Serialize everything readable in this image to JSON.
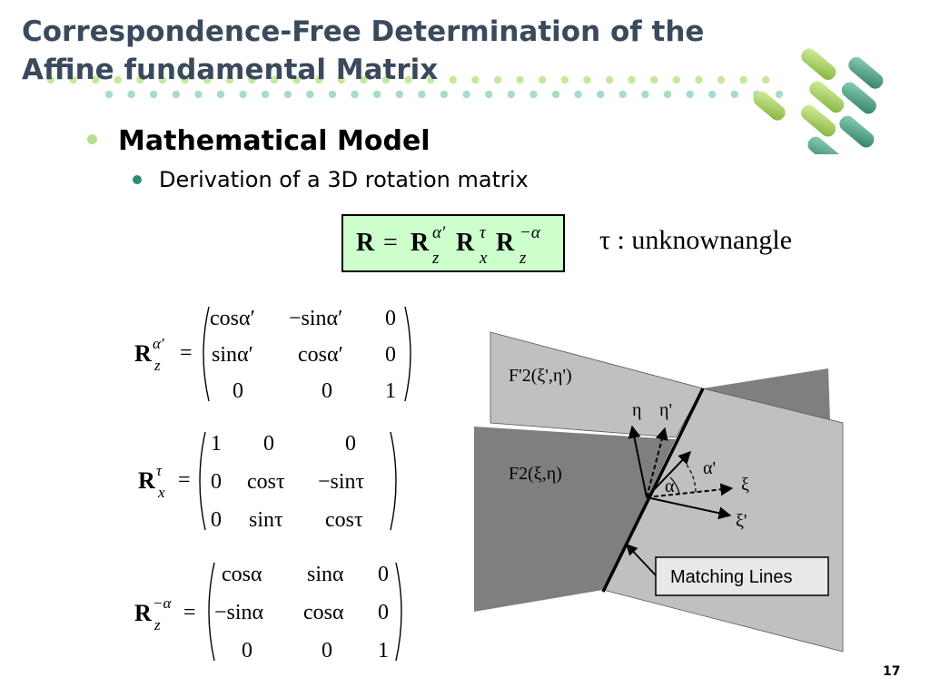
{
  "slide": {
    "title_line1": "Correspondence-Free Determination of the",
    "title_line2": "Affine fundamental Matrix",
    "bullet1": "Mathematical Model",
    "bullet2": "Derivation of a 3D rotation matrix",
    "tau_note": "τ : unknownangle",
    "page_number": "17"
  },
  "equation": {
    "lhs": "R",
    "equals": "=",
    "R": "R",
    "alpha_prime": "α′",
    "tau": "τ",
    "minus_alpha": "−α",
    "sub_z": "z",
    "sub_x": "x"
  },
  "matrices": {
    "rz_alpha_prime": [
      [
        "cosα′",
        "−sinα′",
        "0"
      ],
      [
        "sinα′",
        "cosα′",
        "0"
      ],
      [
        "0",
        "0",
        "1"
      ]
    ],
    "rx_tau": [
      [
        "1",
        "0",
        "0"
      ],
      [
        "0",
        "cosτ",
        "−sinτ"
      ],
      [
        "0",
        "sinτ",
        "cosτ"
      ]
    ],
    "rz_minus_alpha": [
      [
        "cosα",
        "sinα",
        "0"
      ],
      [
        "−sinα",
        "cosα",
        "0"
      ],
      [
        "0",
        "0",
        "1"
      ]
    ]
  },
  "diagram": {
    "plane_back_label": "F'2(ξ',η')",
    "plane_front_label": "F2(ξ,η)",
    "eta": "η",
    "eta_prime": "η'",
    "xi": "ξ",
    "xi_prime": "ξ'",
    "alpha": "α",
    "alpha_prime": "α'",
    "callout": "Matching Lines"
  },
  "colors": {
    "title": "#3a4a5c",
    "eq_box": "#ccffcc",
    "bullet1_dot": "#b7e08e",
    "bullet2_dot": "#2e8b74",
    "plane_dark": "#7f7f7f",
    "plane_light": "#c0c0c0"
  }
}
